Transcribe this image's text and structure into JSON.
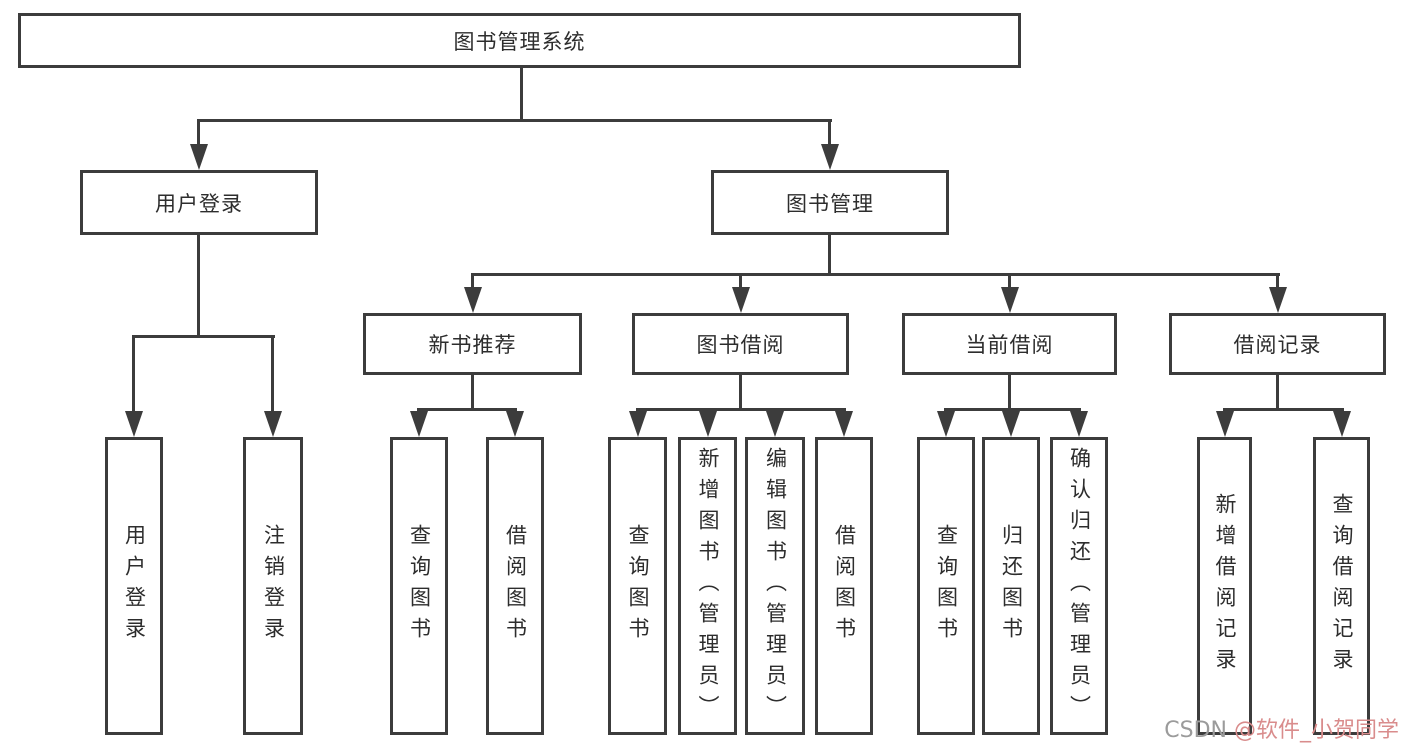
{
  "diagram": {
    "root": {
      "label": "图书管理系统"
    },
    "branches": [
      {
        "label": "用户登录",
        "children": [
          {
            "label": "用户登录"
          },
          {
            "label": "注销登录"
          }
        ]
      },
      {
        "label": "图书管理",
        "children": [
          {
            "label": "新书推荐",
            "children": [
              {
                "label": "查询图书"
              },
              {
                "label": "借阅图书"
              }
            ]
          },
          {
            "label": "图书借阅",
            "children": [
              {
                "label": "查询图书"
              },
              {
                "label": "新增图书（管理员）"
              },
              {
                "label": "编辑图书（管理员）"
              },
              {
                "label": "借阅图书"
              }
            ]
          },
          {
            "label": "当前借阅",
            "children": [
              {
                "label": "查询图书"
              },
              {
                "label": "归还图书"
              },
              {
                "label": "确认归还（管理员）"
              }
            ]
          },
          {
            "label": "借阅记录",
            "children": [
              {
                "label": "新增借阅记录"
              },
              {
                "label": "查询借阅记录"
              }
            ]
          }
        ]
      }
    ]
  },
  "watermark": {
    "prefix": "CSDN ",
    "handle": "@软件_小贺同学"
  },
  "colors": {
    "line": "#3c3c3c",
    "background": "#ffffff",
    "watermark_gray": "#9b9b9b",
    "watermark_pink": "#d98c8c"
  }
}
